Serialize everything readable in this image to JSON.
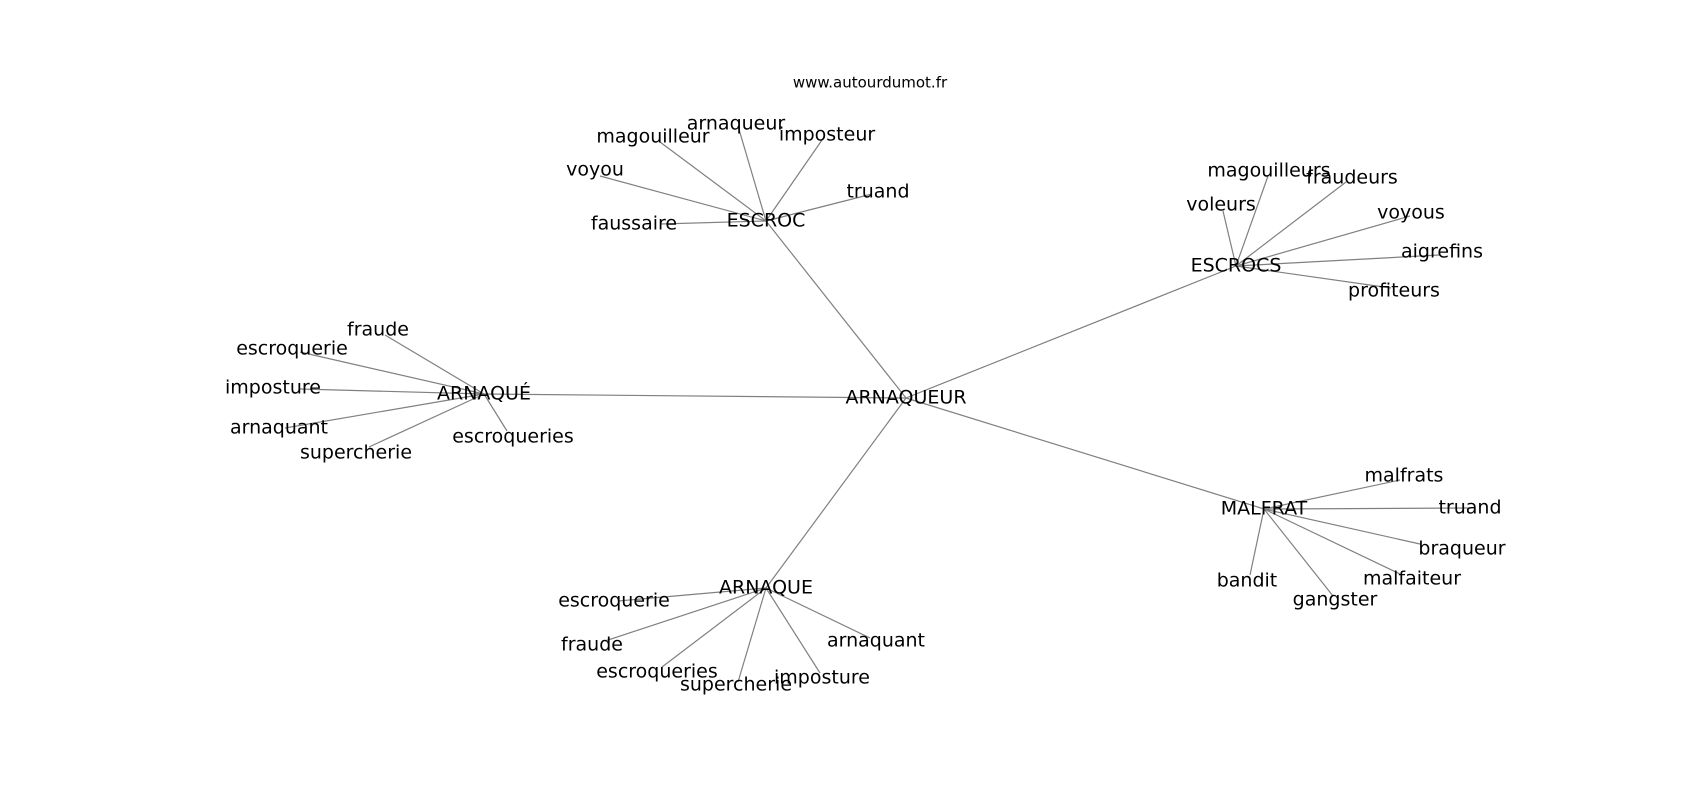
{
  "site": "www.autourdumot.fr",
  "center": "ARNAQUEUR",
  "clusters": [
    {
      "label": "ESCROC",
      "leaves": [
        "magouilleur",
        "arnaqueur",
        "imposteur",
        "voyou",
        "truand",
        "faussaire"
      ]
    },
    {
      "label": "ESCROCS",
      "leaves": [
        "magouilleurs",
        "fraudeurs",
        "voleurs",
        "voyous",
        "aigrefins",
        "profiteurs"
      ]
    },
    {
      "label": "ARNAQUÉ",
      "leaves": [
        "fraude",
        "escroquerie",
        "imposture",
        "arnaquant",
        "supercherie",
        "escroqueries"
      ]
    },
    {
      "label": "MALFRAT",
      "leaves": [
        "malfrats",
        "truand",
        "braqueur",
        "malfaiteur",
        "bandit",
        "gangster"
      ]
    },
    {
      "label": "ARNAQUE",
      "leaves": [
        "escroquerie",
        "fraude",
        "escroqueries",
        "supercherie",
        "imposture",
        "arnaquant"
      ]
    }
  ]
}
